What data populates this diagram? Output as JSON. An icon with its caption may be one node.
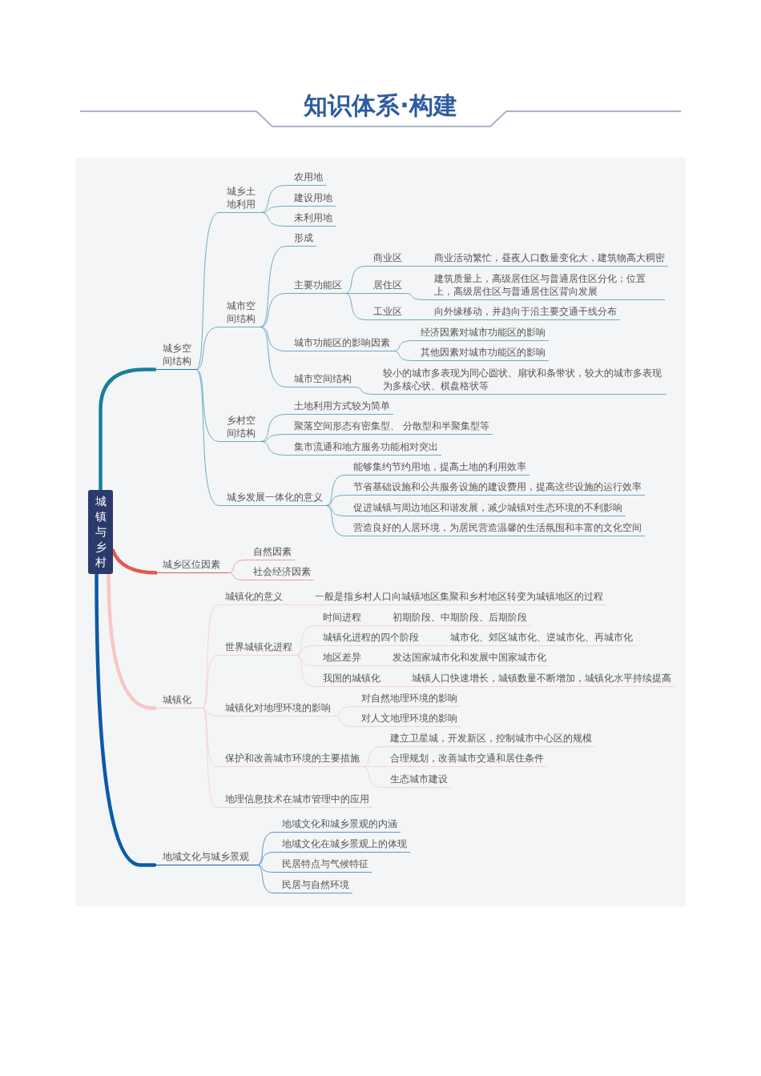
{
  "diagram": {
    "title": "知识体系·构建",
    "nodes": [
      {
        "text": [
          "城镇与乡村"
        ]
      },
      {
        "text": [
          "城乡空间结构"
        ]
      },
      {
        "text": [
          "城乡土地利用"
        ]
      },
      {
        "text": [
          "农用地"
        ]
      },
      {
        "text": [
          "建设用地"
        ]
      },
      {
        "text": [
          "未利用地"
        ]
      },
      {
        "text": [
          "城市空间结构"
        ]
      },
      {
        "text": [
          "形成"
        ]
      },
      {
        "text": [
          "主要功能区"
        ]
      },
      {
        "text": [
          "商业区"
        ]
      },
      {
        "text": [
          "商业活动繁忙，昼夜人口数量变化大，建筑物高大稠密"
        ]
      },
      {
        "text": [
          "居住区"
        ]
      },
      {
        "text": [
          "建筑质量上，高级居住区与普通居住区分化；位置上，高级居住区与普通居住区背向发展"
        ]
      },
      {
        "text": [
          "工业区"
        ]
      },
      {
        "text": [
          "向外缘移动，并趋向于沿主要交通干线分布"
        ]
      },
      {
        "text": [
          "城市功能区的影响因素"
        ]
      },
      {
        "text": [
          "经济因素对城市功能区的影响"
        ]
      },
      {
        "text": [
          "其他因素对城市功能区的影响"
        ]
      },
      {
        "text": [
          "城市空间结构"
        ]
      },
      {
        "text": [
          "较小的城市多表现为同心圆状、扇状和条带状，较大的城市多表现为多核心状、棋盘格状等"
        ]
      },
      {
        "text": [
          "乡村空间结构"
        ]
      },
      {
        "text": [
          "土地利用方式较为简单"
        ]
      },
      {
        "text": [
          "聚落空间形态有密集型、 分散型和半聚集型等"
        ]
      },
      {
        "text": [
          "集市流通和地方服务功能相对突出"
        ]
      },
      {
        "text": [
          "城乡发展一体化的意义"
        ]
      },
      {
        "text": [
          "能够集约节约用地，提高土地的利用效率"
        ]
      },
      {
        "text": [
          "节省基础设施和公共服务设施的建设费用，提高这些设施的运行效率"
        ]
      },
      {
        "text": [
          "促进城镇与周边地区和谐发展，减少城镇对生态环境的不利影响"
        ]
      },
      {
        "text": [
          "营造良好的人居环境，为居民营造温馨的生活氛围和丰富的文化空间"
        ]
      },
      {
        "text": [
          "城乡区位因素"
        ]
      },
      {
        "text": [
          "自然因素"
        ]
      },
      {
        "text": [
          "社会经济因素"
        ]
      },
      {
        "text": [
          "城镇化"
        ]
      },
      {
        "text": [
          "城镇化的意义"
        ]
      },
      {
        "text": [
          "一般是指乡村人口向城镇地区集聚和乡村地区转变为城镇地区的过程"
        ]
      },
      {
        "text": [
          "世界城镇化进程"
        ]
      },
      {
        "text": [
          "时间进程"
        ]
      },
      {
        "text": [
          "初期阶段、中期阶段、后期阶段"
        ]
      },
      {
        "text": [
          "城镇化进程的四个阶段"
        ]
      },
      {
        "text": [
          "城市化、郊区城市化、逆城市化、再城市化"
        ]
      },
      {
        "text": [
          "地区差异"
        ]
      },
      {
        "text": [
          "发达国家城市化和发展中国家城市化"
        ]
      },
      {
        "text": [
          "我国的城镇化"
        ]
      },
      {
        "text": [
          "城镇人口快速增长，城镇数量不断增加，城镇化水平持续提高"
        ]
      },
      {
        "text": [
          "城镇化对地理环境的影响"
        ]
      },
      {
        "text": [
          "对自然地理环境的影响"
        ]
      },
      {
        "text": [
          "对人文地理环境的影响"
        ]
      },
      {
        "text": [
          "保护和改善城市环境的主要措施"
        ]
      },
      {
        "text": [
          "建立卫星城，开发新区，控制城市中心区的规模"
        ]
      },
      {
        "text": [
          "合理规划，改善城市交通和居住条件"
        ]
      },
      {
        "text": [
          "生态城市建设"
        ]
      },
      {
        "text": [
          "地理信息技术在城市管理中的应用"
        ]
      },
      {
        "text": [
          "地域文化与城乡景观"
        ]
      },
      {
        "text": [
          "地域文化和城乡景观的内涵"
        ]
      },
      {
        "text": [
          "地域文化在城乡景观上的体现"
        ]
      },
      {
        "text": [
          "民居特点与气候特征"
        ]
      },
      {
        "text": [
          "民居与自然环境"
        ]
      }
    ],
    "edges": [
      {
        "from": 0,
        "to": 1,
        "arrow": "none",
        "style": "thick",
        "color": "#17809a"
      },
      {
        "from": 1,
        "to": 2,
        "arrow": "none"
      },
      {
        "from": 2,
        "to": 3,
        "arrow": "none"
      },
      {
        "from": 2,
        "to": 4,
        "arrow": "none"
      },
      {
        "from": 2,
        "to": 5,
        "arrow": "none"
      },
      {
        "from": 1,
        "to": 6,
        "arrow": "none"
      },
      {
        "from": 6,
        "to": 7,
        "arrow": "none"
      },
      {
        "from": 6,
        "to": 8,
        "arrow": "none"
      },
      {
        "from": 8,
        "to": 9,
        "arrow": "none"
      },
      {
        "from": 9,
        "to": 10,
        "arrow": "none"
      },
      {
        "from": 8,
        "to": 11,
        "arrow": "none"
      },
      {
        "from": 11,
        "to": 12,
        "arrow": "none"
      },
      {
        "from": 8,
        "to": 13,
        "arrow": "none"
      },
      {
        "from": 13,
        "to": 14,
        "arrow": "none"
      },
      {
        "from": 6,
        "to": 15,
        "arrow": "none"
      },
      {
        "from": 15,
        "to": 16,
        "arrow": "none"
      },
      {
        "from": 15,
        "to": 17,
        "arrow": "none"
      },
      {
        "from": 6,
        "to": 18,
        "arrow": "none"
      },
      {
        "from": 18,
        "to": 19,
        "arrow": "none"
      },
      {
        "from": 1,
        "to": 20,
        "arrow": "none"
      },
      {
        "from": 20,
        "to": 21,
        "arrow": "none"
      },
      {
        "from": 20,
        "to": 22,
        "arrow": "none"
      },
      {
        "from": 20,
        "to": 23,
        "arrow": "none"
      },
      {
        "from": 1,
        "to": 24,
        "arrow": "none"
      },
      {
        "from": 24,
        "to": 25,
        "arrow": "none"
      },
      {
        "from": 24,
        "to": 26,
        "arrow": "none"
      },
      {
        "from": 24,
        "to": 27,
        "arrow": "none"
      },
      {
        "from": 24,
        "to": 28,
        "arrow": "none"
      },
      {
        "from": 0,
        "to": 29,
        "arrow": "none",
        "style": "thick",
        "color": "#e25a52"
      },
      {
        "from": 29,
        "to": 30,
        "arrow": "none",
        "color": "#ef9f95"
      },
      {
        "from": 29,
        "to": 31,
        "arrow": "none",
        "color": "#ef9f95"
      },
      {
        "from": 0,
        "to": 32,
        "arrow": "none",
        "style": "thick",
        "color": "#f9c6c6"
      },
      {
        "from": 32,
        "to": 33,
        "arrow": "none",
        "color": "#f6d4d4"
      },
      {
        "from": 33,
        "to": 34,
        "arrow": "none",
        "color": "#f6d4d4"
      },
      {
        "from": 32,
        "to": 35,
        "arrow": "none",
        "color": "#f6d4d4"
      },
      {
        "from": 35,
        "to": 36,
        "arrow": "none",
        "color": "#f6d4d4"
      },
      {
        "from": 36,
        "to": 37,
        "arrow": "none",
        "color": "#f6d4d4"
      },
      {
        "from": 35,
        "to": 38,
        "arrow": "none",
        "color": "#f6d4d4"
      },
      {
        "from": 38,
        "to": 39,
        "arrow": "none",
        "color": "#f6d4d4"
      },
      {
        "from": 35,
        "to": 40,
        "arrow": "none",
        "color": "#f6d4d4"
      },
      {
        "from": 40,
        "to": 41,
        "arrow": "none",
        "color": "#f6d4d4"
      },
      {
        "from": 35,
        "to": 42,
        "arrow": "none",
        "color": "#f6d4d4"
      },
      {
        "from": 42,
        "to": 43,
        "arrow": "none",
        "color": "#f6d4d4"
      },
      {
        "from": 32,
        "to": 44,
        "arrow": "none",
        "color": "#f6d4d4"
      },
      {
        "from": 44,
        "to": 45,
        "arrow": "none",
        "color": "#f6d4d4"
      },
      {
        "from": 44,
        "to": 46,
        "arrow": "none",
        "color": "#f6d4d4"
      },
      {
        "from": 32,
        "to": 47,
        "arrow": "none",
        "color": "#f6d4d4"
      },
      {
        "from": 47,
        "to": 48,
        "arrow": "none",
        "color": "#f6d4d4"
      },
      {
        "from": 47,
        "to": 49,
        "arrow": "none",
        "color": "#f6d4d4"
      },
      {
        "from": 47,
        "to": 50,
        "arrow": "none",
        "color": "#f6d4d4"
      },
      {
        "from": 32,
        "to": 51,
        "arrow": "none",
        "color": "#f6d4d4"
      },
      {
        "from": 0,
        "to": 52,
        "arrow": "none",
        "style": "thick",
        "color": "#0c5aa6"
      },
      {
        "from": 52,
        "to": 53,
        "arrow": "none",
        "color": "#5f95ca"
      },
      {
        "from": 52,
        "to": 54,
        "arrow": "none",
        "color": "#5f95ca"
      },
      {
        "from": 52,
        "to": 55,
        "arrow": "none",
        "color": "#5f95ca"
      },
      {
        "from": 52,
        "to": 56,
        "arrow": "none",
        "color": "#5f95ca"
      }
    ]
  }
}
